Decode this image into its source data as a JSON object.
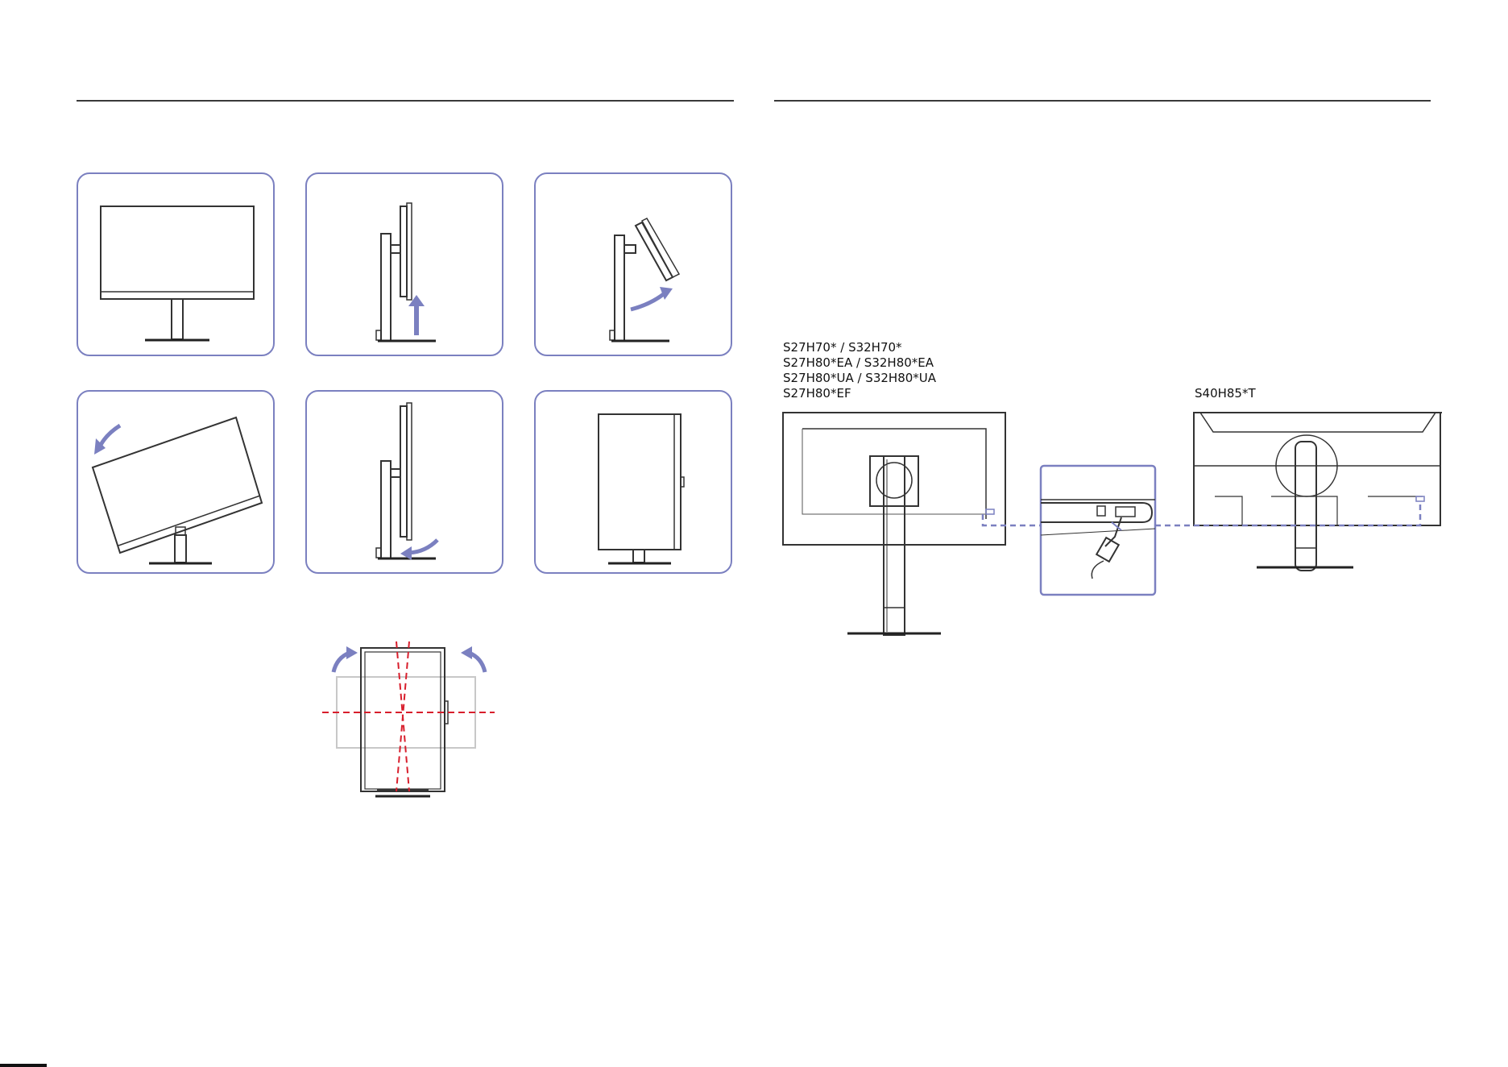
{
  "left_section": {
    "steps": [
      {
        "id": "front-view"
      },
      {
        "id": "raise-height"
      },
      {
        "id": "tilt-back"
      },
      {
        "id": "rotate-to-portrait"
      },
      {
        "id": "lower-height"
      },
      {
        "id": "portrait-result"
      }
    ],
    "swivel_figure": {
      "id": "swivel-range"
    }
  },
  "right_section": {
    "model_group_a": [
      "S27H70* / S32H70*",
      "S27H80*EA / S32H80*EA",
      "S27H80*UA / S32H80*UA",
      "S27H80*EF"
    ],
    "model_group_b": "S40H85*T"
  },
  "colors": {
    "card_border": "#7b80c0",
    "arrow": "#7b80c0",
    "swivel_line": "#d81e2c",
    "line": "#333333"
  }
}
